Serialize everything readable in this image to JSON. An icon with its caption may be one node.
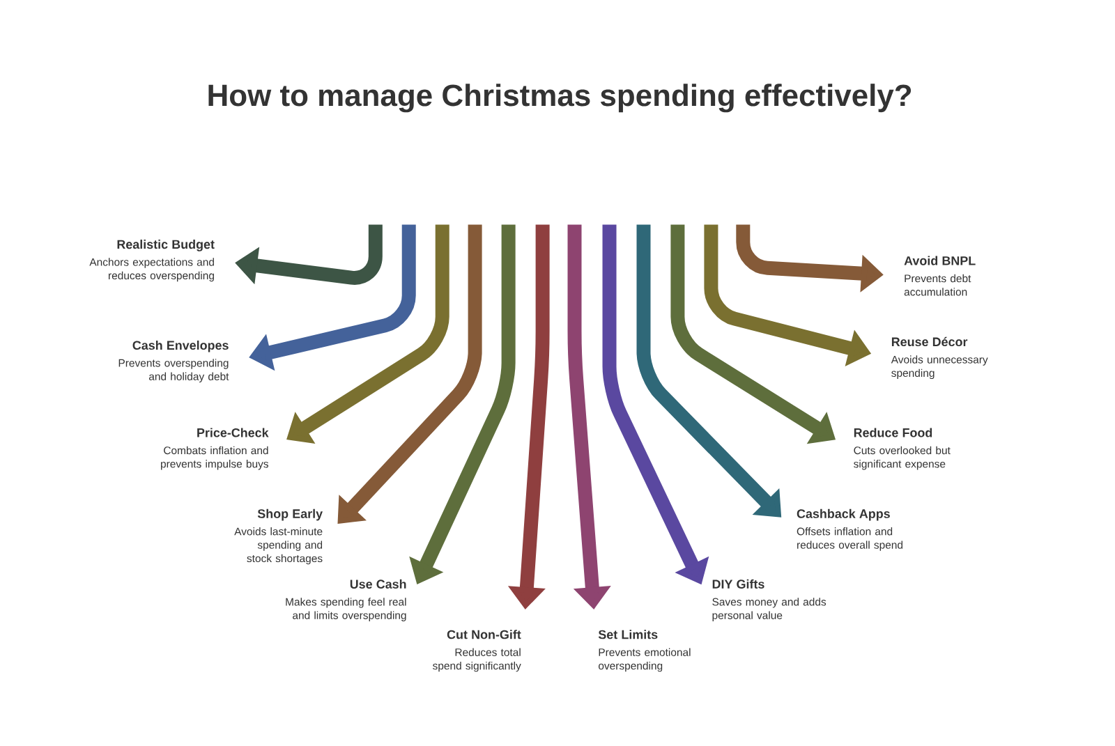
{
  "diagram": {
    "title": "How to manage Christmas spending effectively?",
    "nodes": [
      {
        "text": [
          "Realistic Budget",
          "Anchors expectations and reduces overspending"
        ]
      },
      {
        "text": [
          "Cash Envelopes",
          "Prevents overspending and holiday debt"
        ]
      },
      {
        "text": [
          "Price-Check",
          "Combats inflation and prevents impulse buys"
        ]
      },
      {
        "text": [
          "Shop Early",
          "Avoids last-minute spending and stock shortages"
        ]
      },
      {
        "text": [
          "Use Cash",
          "Makes spending feel real and limits overspending"
        ]
      },
      {
        "text": [
          "Cut Non-Gift",
          "Reduces total spend significantly"
        ]
      },
      {
        "text": [
          "Set Limits",
          "Prevents emotional overspending"
        ]
      },
      {
        "text": [
          "DIY Gifts",
          "Saves money and adds personal value"
        ]
      },
      {
        "text": [
          "Cashback Apps",
          "Offsets inflation and reduces overall spend"
        ]
      },
      {
        "text": [
          "Reduce Food",
          "Cuts overlooked but significant expense"
        ]
      },
      {
        "text": [
          "Reuse Décor",
          "Avoids unnecessary spending"
        ]
      },
      {
        "text": [
          "Avoid BNPL",
          "Prevents debt accumulation"
        ]
      }
    ],
    "edges": [
      {
        "from": null,
        "to": 0,
        "arrow": "to",
        "color": "#3d5545"
      },
      {
        "from": null,
        "to": 1,
        "arrow": "to",
        "color": "#44629a"
      },
      {
        "from": null,
        "to": 2,
        "arrow": "to",
        "color": "#7a7030"
      },
      {
        "from": null,
        "to": 3,
        "arrow": "to",
        "color": "#855a38"
      },
      {
        "from": null,
        "to": 4,
        "arrow": "to",
        "color": "#5e6e3c"
      },
      {
        "from": null,
        "to": 5,
        "arrow": "to",
        "color": "#8f3f3f"
      },
      {
        "from": null,
        "to": 6,
        "arrow": "to",
        "color": "#8e4470"
      },
      {
        "from": null,
        "to": 7,
        "arrow": "to",
        "color": "#5a48a0"
      },
      {
        "from": null,
        "to": 8,
        "arrow": "to",
        "color": "#2f6878"
      },
      {
        "from": null,
        "to": 9,
        "arrow": "to",
        "color": "#5e6e3c"
      },
      {
        "from": null,
        "to": 10,
        "arrow": "to",
        "color": "#7a7030"
      },
      {
        "from": null,
        "to": 11,
        "arrow": "to",
        "color": "#855a38"
      }
    ]
  }
}
